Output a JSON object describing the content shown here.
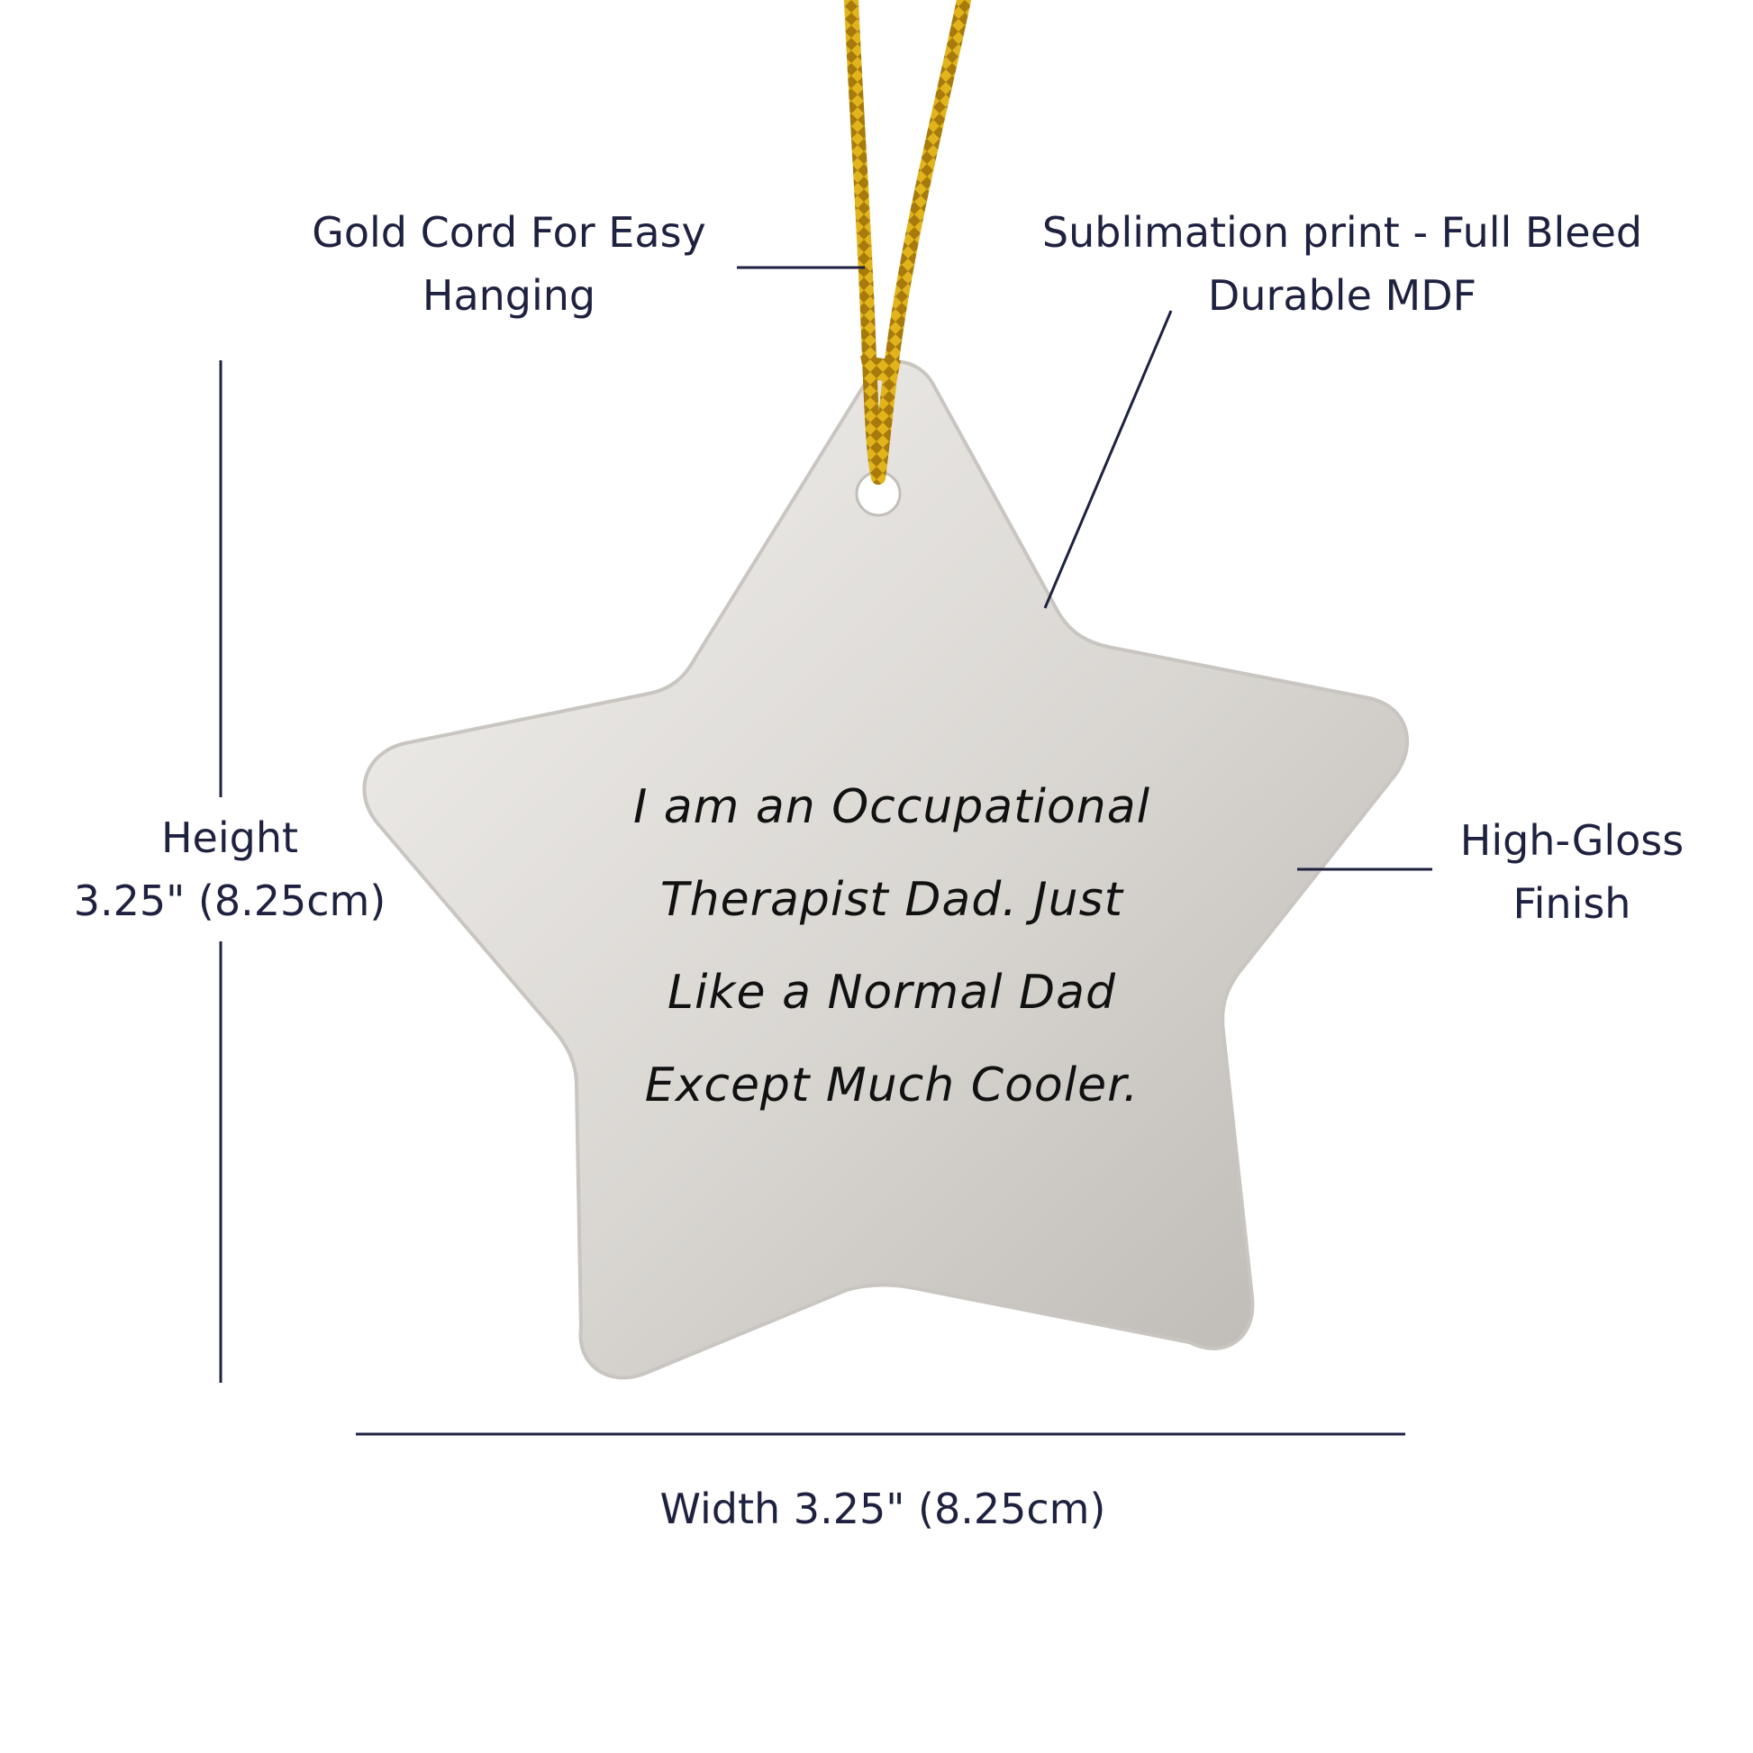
{
  "labels": {
    "cord": {
      "line1": "Gold Cord For Easy",
      "line2": "Hanging"
    },
    "print": {
      "line1": "Sublimation print - Full Bleed",
      "line2": "Durable MDF"
    },
    "finish": {
      "line1": "High-Gloss",
      "line2": "Finish"
    },
    "height": {
      "line1": "Height",
      "line2": "3.25\" (8.25cm)"
    },
    "width": {
      "line1": "Width 3.25\" (8.25cm)"
    }
  },
  "ornament": {
    "shape": "star",
    "lines": [
      "I am an Occupational",
      "Therapist Dad. Just",
      "Like a Normal Dad",
      "Except Much Cooler."
    ]
  },
  "colors": {
    "text": "#1f2140",
    "ornament_light": "#f1efec",
    "ornament_dark": "#bdb9b4",
    "cord": "#d4a017"
  }
}
